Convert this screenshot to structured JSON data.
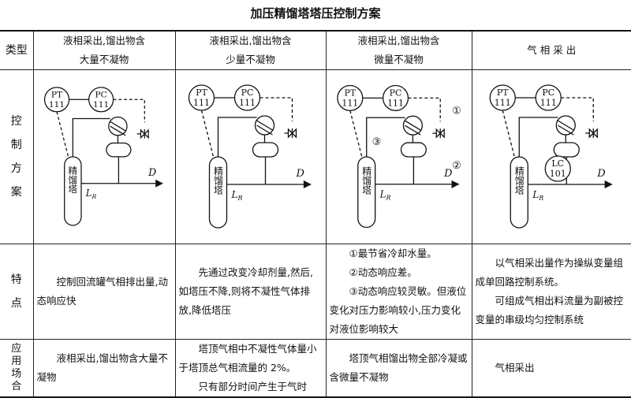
{
  "title": "加压精馏塔塔压控制方案",
  "row_labels": {
    "type": "类型",
    "scheme": "控制方案",
    "features": "特点",
    "application": "应用场合"
  },
  "columns": [
    {
      "type": [
        "液相采出,馏出物含",
        "大量不凝物"
      ],
      "features": [
        "控制回流罐气相排出量,动态响应快"
      ],
      "application": [
        "液相采出,馏出物含大量不凝物"
      ]
    },
    {
      "type": [
        "液相采出,馏出物含",
        "少量不凝物"
      ],
      "features": [
        "先通过改变冷却剂量,然后,如塔压不降,则将不凝性气体排放,降低塔压"
      ],
      "application": [
        "塔顶气相中不凝性气体量小于塔顶总气相流量的 2%。",
        "只有部分时间产生于气时"
      ]
    },
    {
      "type": [
        "液相采出,馏出物含",
        "微量不凝物"
      ],
      "features": [
        "①最节省冷却水量。",
        "②动态响应差。",
        "③动态响应较灵敏。但液位变化对压力影响较小,压力变化对液位影响较大"
      ],
      "application": [
        "塔顶气相馏出物全部冷凝或含微量不凝物"
      ]
    },
    {
      "type": [
        "气 相 采 出"
      ],
      "features": [
        "以气相采出量作为操纵变量组成单回路控制系统。",
        "可组成气相出料流量为副被控变量的串级均匀控制系统"
      ],
      "application": [
        "气相采出"
      ]
    }
  ],
  "diagram": {
    "pt": "PT",
    "pc": "PC",
    "tag": "111",
    "lc": "LC",
    "lc_tag": "101",
    "tower": "精馏塔",
    "lr": "L",
    "lr_sub": "R",
    "d": "D",
    "m1": "①",
    "m2": "②",
    "m3": "③"
  }
}
